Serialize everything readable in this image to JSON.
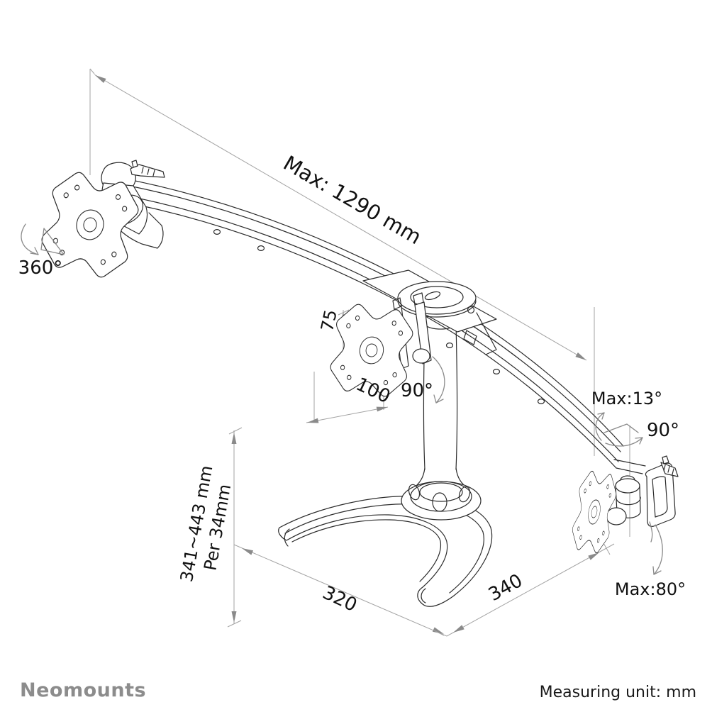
{
  "annotations": {
    "max_width": "Max: 1290 mm",
    "left_rotation": "360°",
    "vesa_height": "75",
    "vesa_width": "100",
    "pole_swivel": "90°",
    "tilt_max": "Max:13°",
    "right_swivel": "90°",
    "right_rotation_max": "Max:80°",
    "height_range": "341~443 mm",
    "height_step": "Per 34mm",
    "base_depth": "320",
    "base_width": "340"
  },
  "footer": {
    "brand": "Neomounts",
    "measuring_unit": "Measuring unit: mm"
  },
  "colors": {
    "drawing_line": "#2b2b2b",
    "construction_line": "#a3a3a3",
    "arrow_fill": "#8a8a8a",
    "annotation_text": "#111111",
    "brand_text": "#8c8c8c",
    "background": "#ffffff"
  }
}
